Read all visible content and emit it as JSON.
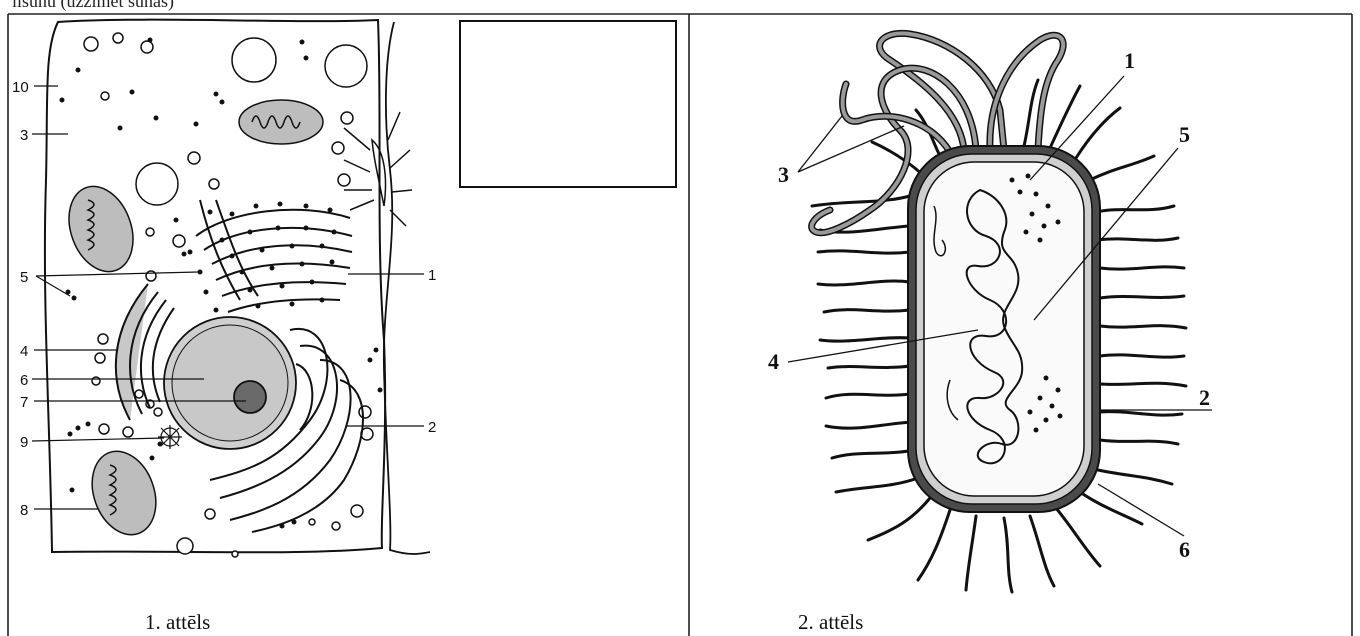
{
  "header_fragment": "ilšūnu (uzzīmēt šūnas)",
  "figure1": {
    "caption": "1. attēls",
    "labels": [
      "10",
      "3",
      "5",
      "4",
      "6",
      "7",
      "9",
      "8",
      "1",
      "2"
    ]
  },
  "figure2": {
    "caption": "2. attēls",
    "labels": [
      "1",
      "5",
      "3",
      "4",
      "2",
      "6"
    ]
  }
}
